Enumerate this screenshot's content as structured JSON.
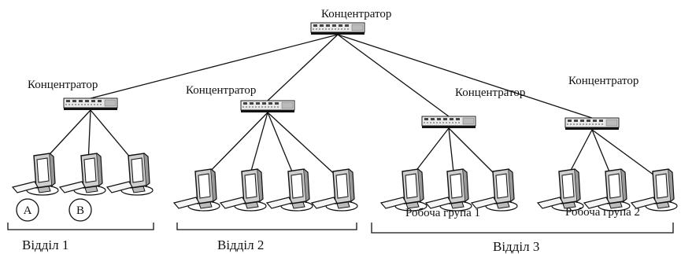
{
  "hubs": {
    "root": {
      "label": "Концентратор"
    },
    "h1": {
      "label": "Концентратор"
    },
    "h2": {
      "label": "Концентратор"
    },
    "h3": {
      "label": "Концентратор"
    },
    "h4": {
      "label": "Концентратор"
    }
  },
  "nodes": {
    "a": "A",
    "b": "B"
  },
  "groups": {
    "wg1": "Робоча група 1",
    "wg2": "Робоча група 2"
  },
  "departments": {
    "d1": "Відділ 1",
    "d2": "Відділ 2",
    "d3": "Відділ 3"
  },
  "icons": {
    "hub": "hub-icon",
    "computer": "computer-icon"
  }
}
